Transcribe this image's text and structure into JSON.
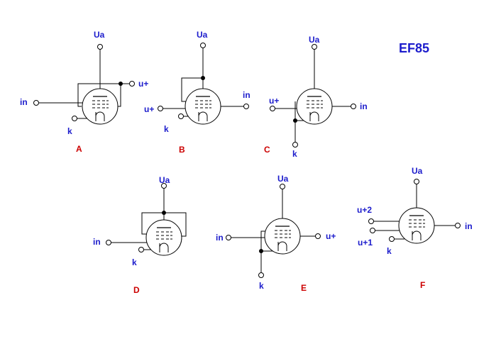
{
  "title": "EF85",
  "colors": {
    "label": "#1c1ccc",
    "letter": "#cc0000",
    "wire": "#000000"
  },
  "circuits": [
    {
      "id": "A",
      "letter": "A",
      "anode_label": "Ua",
      "input_label": "in",
      "cathode_label": "k",
      "screen_label": "u+"
    },
    {
      "id": "B",
      "letter": "B",
      "anode_label": "Ua",
      "input_label": "in",
      "cathode_label": "k",
      "screen_label": "u+"
    },
    {
      "id": "C",
      "letter": "C",
      "anode_label": "Ua",
      "input_label": "in",
      "cathode_label": "k",
      "screen_label": "u+"
    },
    {
      "id": "D",
      "letter": "D",
      "anode_label": "Ua",
      "input_label": "in",
      "cathode_label": "k"
    },
    {
      "id": "E",
      "letter": "E",
      "anode_label": "Ua",
      "input_label": "in",
      "cathode_label": "k",
      "screen_label": "u+"
    },
    {
      "id": "F",
      "letter": "F",
      "anode_label": "Ua",
      "input_label": "in",
      "cathode_label": "k",
      "screen2_label": "u+2",
      "screen1_label": "u+1"
    }
  ]
}
